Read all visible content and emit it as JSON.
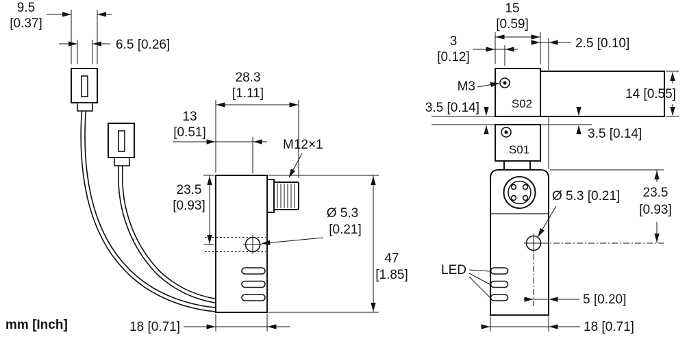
{
  "units_label": "mm [Inch]",
  "left_view": {
    "plug_width": {
      "mm": "9.5",
      "inch": "[0.37]"
    },
    "plug_inner_width": "6.5 [0.26]",
    "total_depth": {
      "mm": "28.3",
      "inch": "[1.11]"
    },
    "hole_offset_x": {
      "mm": "13",
      "inch": "[0.51]"
    },
    "hole_offset_y": {
      "mm": "23.5",
      "inch": "[0.93]"
    },
    "thread_label": "M12×1",
    "hole_diameter": {
      "mm": "Ø 5.3",
      "inch": "[0.21]"
    },
    "body_height": {
      "mm": "47",
      "inch": "[1.85]"
    },
    "body_depth": "18 [0.71]"
  },
  "right_view": {
    "slot_width": {
      "mm": "15",
      "inch": "[0.59]"
    },
    "screw_offset": {
      "mm": "3",
      "inch": "[0.12]"
    },
    "edge_offset": "2.5 [0.10]",
    "screw_label": "M3",
    "slot_upper_label": "S02",
    "slot_lower_label": "S01",
    "arm_height": "14 [0.55]",
    "slot_gap_left": "3.5 [0.14]",
    "slot_gap_right": "3.5 [0.14]",
    "hole_diameter": "Ø 5.3 [0.21]",
    "hole_offset_y": {
      "mm": "23.5",
      "inch": "[0.93]"
    },
    "led_label": "LED",
    "hole_edge_distance": "5 [0.20]",
    "body_width": "18 [0.71]"
  }
}
